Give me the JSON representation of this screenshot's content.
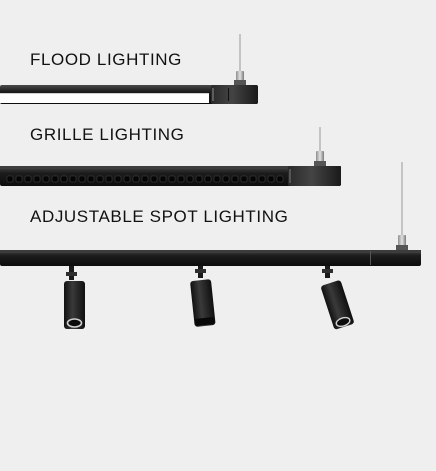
{
  "labels": {
    "flood": "FLOOD LIGHTING",
    "grille": "GRILLE LIGHTING",
    "spot": "ADJUSTABLE SPOT LIGHTING"
  },
  "colors": {
    "background": "#efefef",
    "fixture_body": "#1e1e1e",
    "light_diffuser": "#ffffff",
    "cable": "#9a9a9a"
  }
}
